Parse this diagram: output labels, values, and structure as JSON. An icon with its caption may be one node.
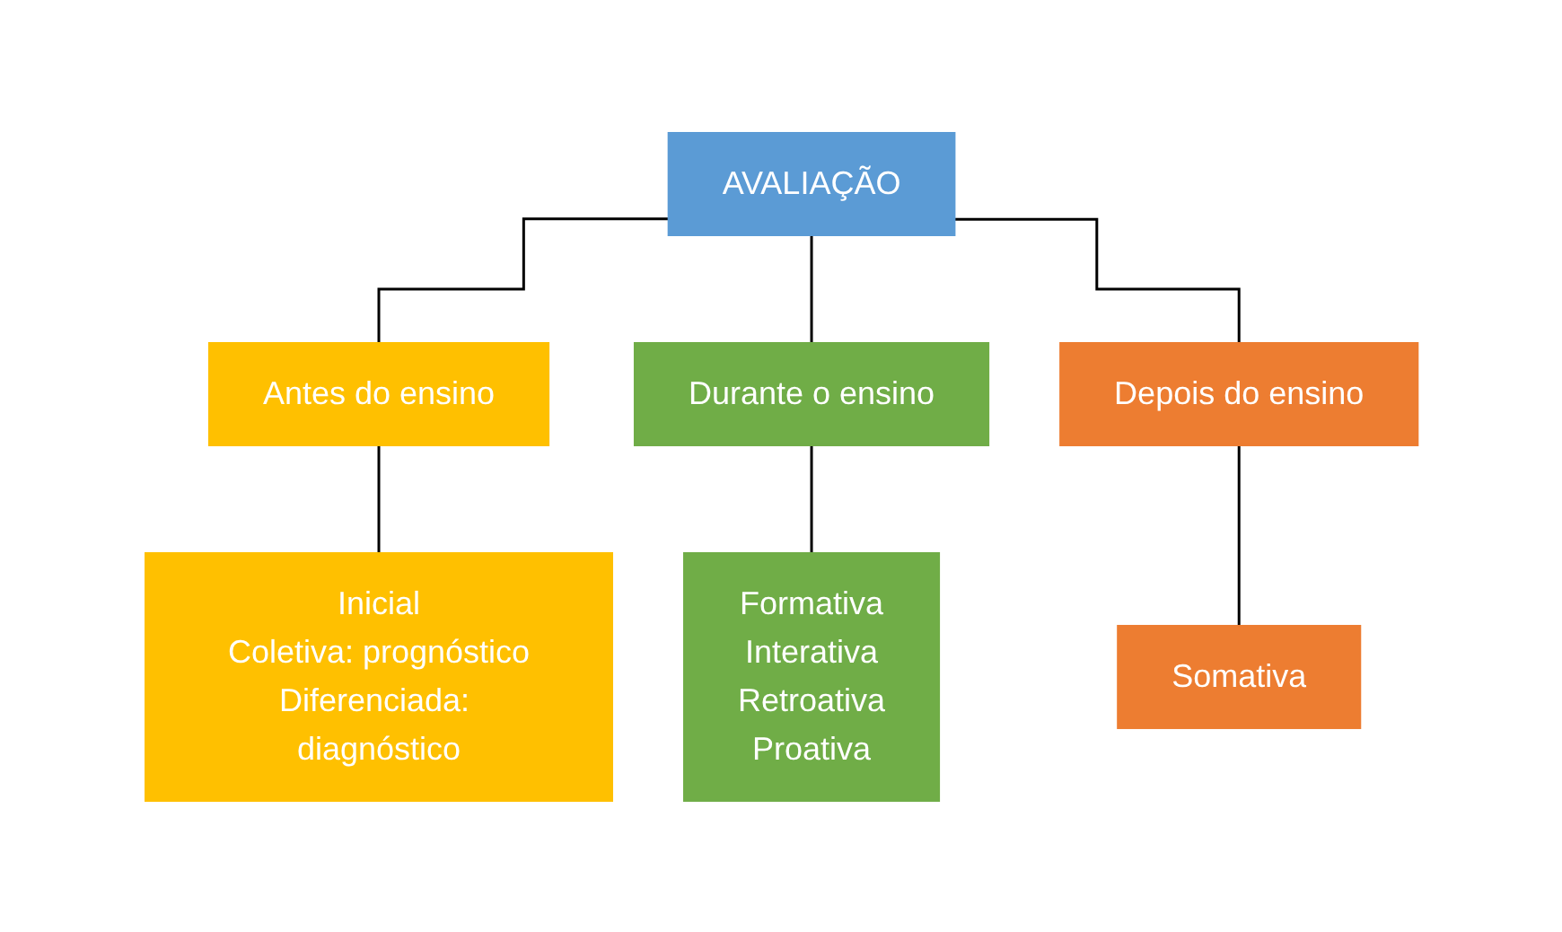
{
  "diagram": {
    "nodes": [
      {
        "text": [
          "AVALIAÇÃO"
        ]
      },
      {
        "text": [
          "Antes do ensino"
        ]
      },
      {
        "text": [
          "Durante o ensino"
        ]
      },
      {
        "text": [
          "Depois do ensino"
        ]
      },
      {
        "text": [
          "Inicial",
          "Coletiva: prognóstico",
          "Diferenciada: diagnóstico"
        ]
      },
      {
        "text": [
          "Formativa",
          "Interativa",
          "Retroativa",
          "Proativa"
        ]
      },
      {
        "text": [
          "Somativa"
        ]
      }
    ],
    "edges": [
      {
        "from": 0,
        "to": 1,
        "arrow": "none"
      },
      {
        "from": 0,
        "to": 2,
        "arrow": "none"
      },
      {
        "from": 0,
        "to": 3,
        "arrow": "none"
      },
      {
        "from": 1,
        "to": 4,
        "arrow": "none"
      },
      {
        "from": 2,
        "to": 5,
        "arrow": "none"
      },
      {
        "from": 3,
        "to": 6,
        "arrow": "none"
      }
    ]
  }
}
